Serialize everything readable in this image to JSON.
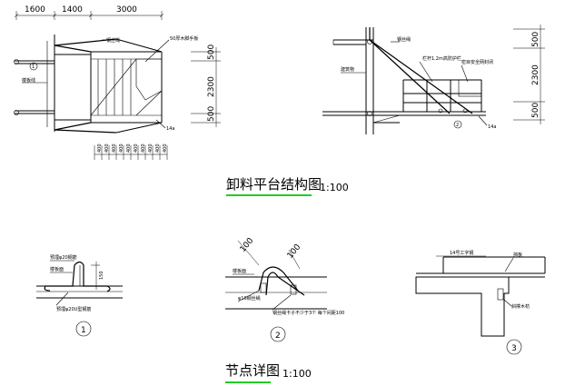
{
  "titles": {
    "structure": "卸料平台结构图",
    "structure_scale": "1:100",
    "detail": "节点详图",
    "detail_scale": "1:100"
  },
  "plan": {
    "dims_top": [
      "1600",
      "1400",
      "3000"
    ],
    "dims_right": [
      "500",
      "2300",
      "500"
    ],
    "dims_bottom": [
      "400",
      "400",
      "400",
      "400",
      "400",
      "400",
      "400",
      "400",
      "400",
      "400"
    ],
    "labels": {
      "steel_rope": "钢丝绳",
      "plate": "50厚木脚手板",
      "building": "楼板线",
      "beam": "14a",
      "circle": "1"
    }
  },
  "elevation": {
    "dims_right": [
      "500",
      "2300",
      "500"
    ],
    "labels": {
      "rope": "钢丝绳",
      "rail": "栏杆1.2m高防护栏",
      "mesh": "密目安全网封闭",
      "wall": "建筑物",
      "beam": "14a",
      "circle": "2"
    }
  },
  "details": [
    {
      "id": "1",
      "dim": "150",
      "labels": [
        "预埋φ20钢筋",
        "楼板面",
        "预埋φ20U型钢筋"
      ]
    },
    {
      "id": "2",
      "dims": [
        "100",
        "100"
      ],
      "labels": [
        "楼板面",
        "φ16钢丝绳",
        "钢丝绳卡子不少于3个 每个间距100"
      ]
    },
    {
      "id": "3",
      "labels": [
        "14号工字钢",
        "挡板",
        "斜撑木枋"
      ]
    }
  ]
}
